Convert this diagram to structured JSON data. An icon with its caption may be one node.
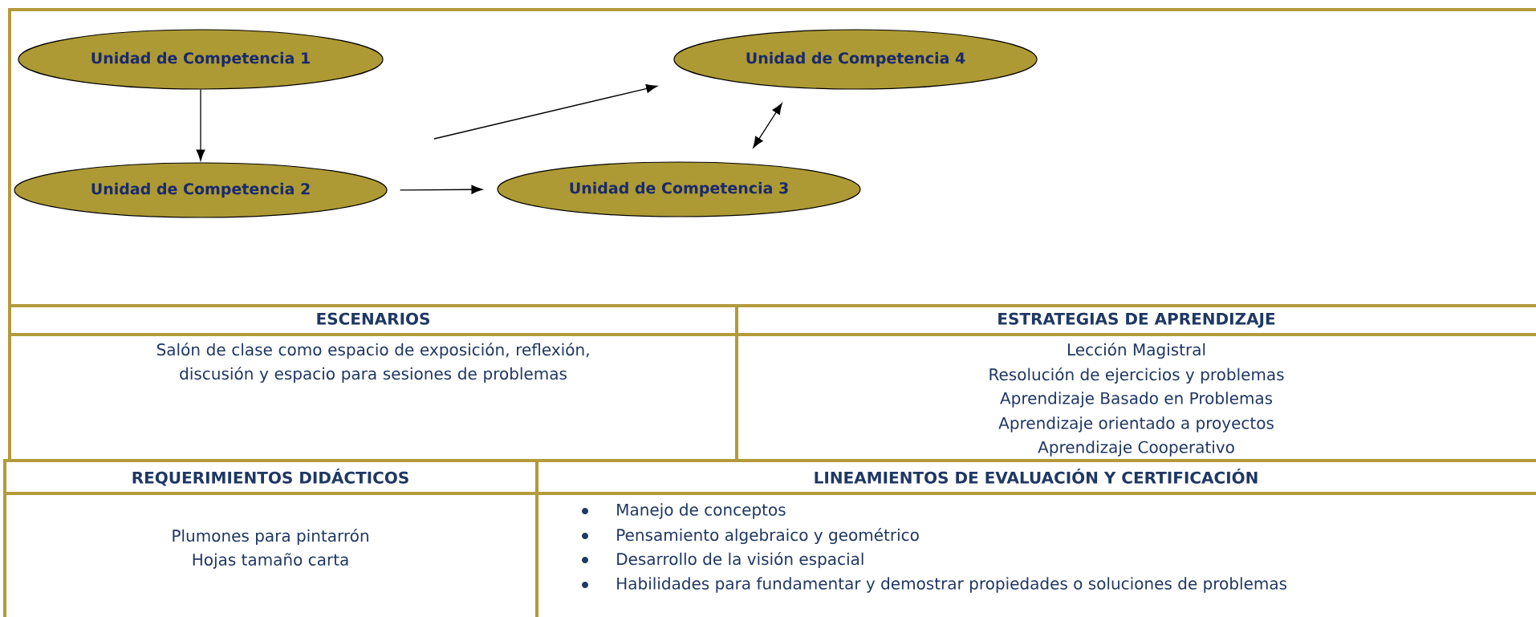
{
  "diagram": {
    "nodes": [
      {
        "text": [
          "Unidad de Competencia 1"
        ]
      },
      {
        "text": [
          "Unidad de Competencia 2"
        ]
      },
      {
        "text": [
          "Unidad de Competencia 3"
        ]
      },
      {
        "text": [
          "Unidad de Competencia 4"
        ]
      }
    ],
    "edges": [
      {
        "from": 0,
        "to": 1,
        "arrow": "to"
      },
      {
        "from": 1,
        "to": 2,
        "arrow": "to"
      },
      {
        "from": null,
        "to": 3,
        "arrow": "to"
      },
      {
        "from": 2,
        "to": 3,
        "arrow": "both"
      }
    ],
    "labels": [
      "ESCENARIOS",
      "ESTRATEGIAS DE APRENDIZAJE",
      "Salón de clase como espacio de exposición, reflexión, discusión y espacio para sesiones de problemas",
      "Lección Magistral",
      "Resolución de ejercicios y problemas",
      "Aprendizaje Basado en Problemas",
      "Aprendizaje orientado a proyectos",
      "Aprendizaje Cooperativo",
      "REQUERIMIENTOS DIDÁCTICOS",
      "LINEAMIENTOS DE EVALUACIÓN Y CERTIFICACIÓN",
      "Plumones para pintarrón",
      "Hojas tamaño carta",
      "Manejo de conceptos",
      "Pensamiento algebraico y geométrico",
      "Desarrollo de la visión espacial",
      "Habilidades para fundamentar y demostrar propiedades o soluciones de problemas"
    ]
  }
}
